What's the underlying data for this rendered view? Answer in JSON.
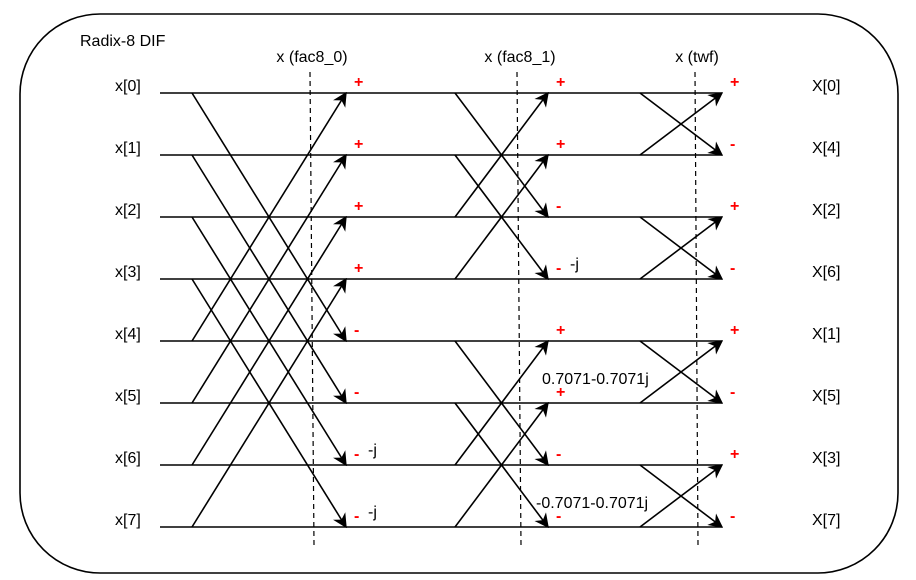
{
  "title": "Radix-8 DIF",
  "colors": {
    "sign": "#ff0000",
    "line": "#000000"
  },
  "stage_labels": [
    "x (fac8_0)",
    "x (fac8_1)",
    "x (twf)"
  ],
  "inputs": [
    "x[0]",
    "x[1]",
    "x[2]",
    "x[3]",
    "x[4]",
    "x[5]",
    "x[6]",
    "x[7]"
  ],
  "outputs": [
    "X[0]",
    "X[4]",
    "X[2]",
    "X[6]",
    "X[1]",
    "X[5]",
    "X[3]",
    "X[7]"
  ],
  "stages": [
    {
      "name": "fac8_0",
      "span": 4,
      "signs": [
        "+",
        "+",
        "+",
        "+",
        "-",
        "-",
        "-",
        "-"
      ],
      "twiddles": [
        "",
        "",
        "",
        "",
        "",
        "",
        "-j",
        "-j"
      ]
    },
    {
      "name": "fac8_1",
      "span": 2,
      "signs": [
        "+",
        "+",
        "-",
        "-",
        "+",
        "+",
        "-",
        "-"
      ],
      "twiddles": [
        "",
        "",
        "",
        "-j",
        "",
        "",
        "",
        ""
      ]
    },
    {
      "name": "twf",
      "span": 1,
      "signs": [
        "+",
        "-",
        "+",
        "-",
        "+",
        "-",
        "+",
        "-"
      ],
      "twiddles": [
        "",
        "",
        "",
        "",
        "",
        "",
        "",
        ""
      ]
    }
  ],
  "stage_twiddle_labels": [
    {
      "row": 5,
      "text": "0.7071-0.7071j"
    },
    {
      "row": 7,
      "text": "-0.7071-0.7071j"
    }
  ]
}
